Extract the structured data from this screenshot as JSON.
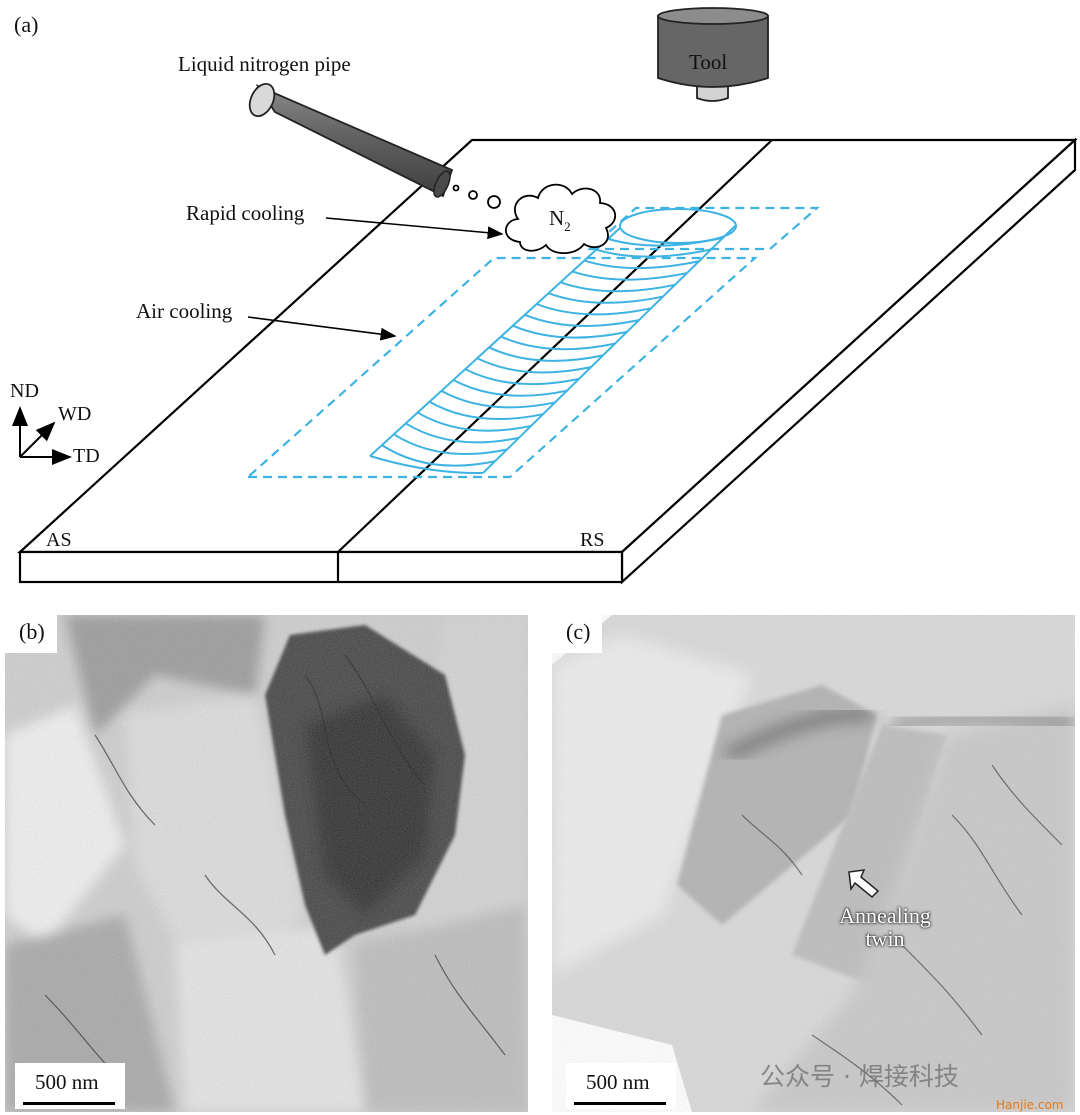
{
  "panel_a": {
    "letter": "(a)",
    "tool_label": "Tool",
    "pipe_label": "Liquid nitrogen pipe",
    "gas_label": "N",
    "gas_subscript": "2",
    "rapid_label": "Rapid cooling",
    "air_label": "Air cooling",
    "axes": {
      "nd": "ND",
      "wd": "WD",
      "td": "TD"
    },
    "side_left": "AS",
    "side_right": "RS",
    "colors": {
      "weld": "#3db3e3",
      "tool": "#666666"
    }
  },
  "panel_b": {
    "letter": "(b)",
    "scale": "500 nm"
  },
  "panel_c": {
    "letter": "(c)",
    "scale": "500 nm",
    "annotation_line1": "Annealing",
    "annotation_line2": "twin"
  },
  "watermark": {
    "text": "公众号 · 焊接科技",
    "site": "Hanjie.com"
  }
}
